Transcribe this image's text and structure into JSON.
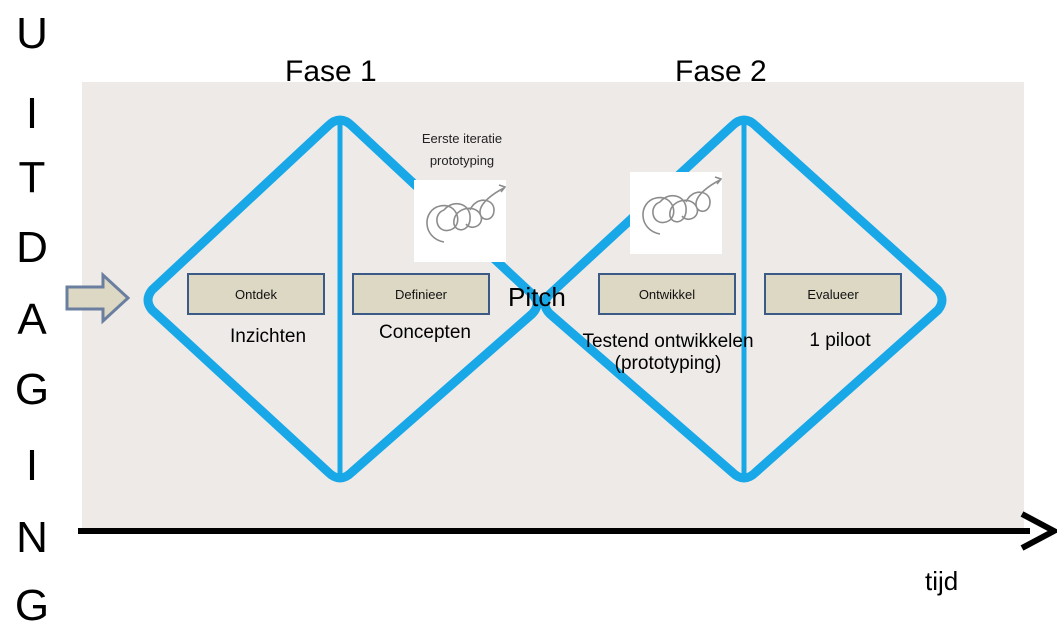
{
  "vertical_title": [
    "U",
    "I",
    "T",
    "D",
    "A",
    "G",
    "I",
    "N",
    "G"
  ],
  "phases": [
    {
      "title": "Fase 1"
    },
    {
      "title": "Fase 2"
    }
  ],
  "steps": [
    {
      "box": "Ontdek",
      "caption": "Inzichten"
    },
    {
      "box": "Definieer",
      "caption": "Concepten"
    },
    {
      "box": "Ontwikkel",
      "caption": "Testend ontwikkelen\n(prototyping)"
    },
    {
      "box": "Evalueer",
      "caption": "1 piloot"
    }
  ],
  "iteration_note": "Eerste iteratie\nprototyping",
  "pitch_label": "Pitch",
  "axis_label": "tijd",
  "colors": {
    "diamond": "#18a8e8",
    "panel": "#eeeae8",
    "box_fill": "#ddd8c4",
    "box_border": "#3b5a86",
    "arrow_fill": "#ddd8c4",
    "arrow_border": "#6a7fa0"
  },
  "icons": [
    "input-arrow-icon",
    "spiral-icon",
    "time-axis-arrow-icon"
  ]
}
